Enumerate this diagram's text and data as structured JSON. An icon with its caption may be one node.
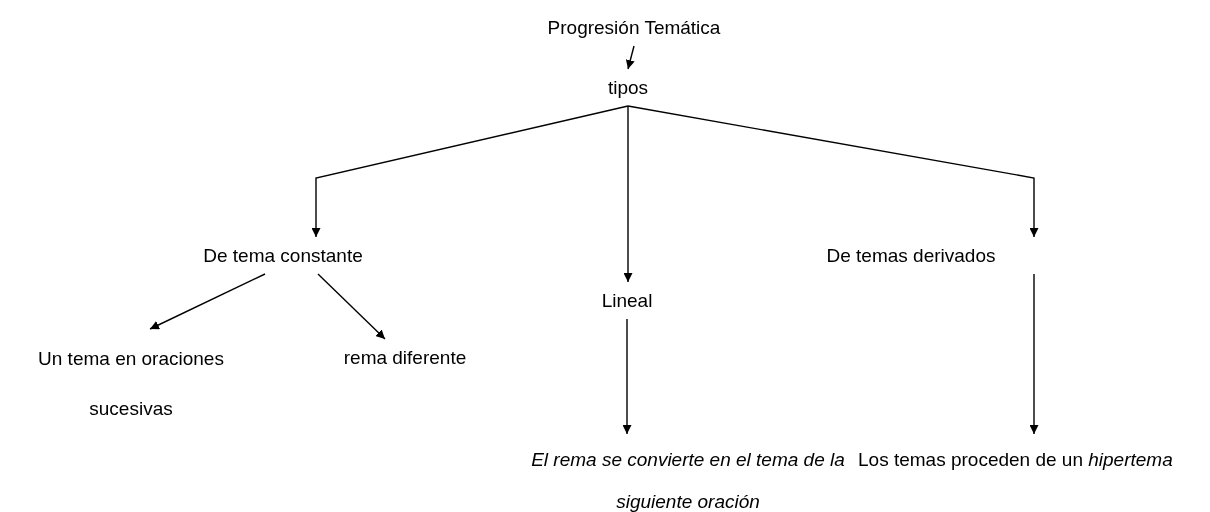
{
  "diagram": {
    "nodes": [
      {
        "text": [
          "Progresión Temática"
        ]
      },
      {
        "text": [
          "tipos"
        ]
      },
      {
        "text": [
          "De tema constante"
        ]
      },
      {
        "text": [
          "Lineal"
        ]
      },
      {
        "text": [
          "De temas derivados"
        ]
      },
      {
        "text": [
          "Un tema en oraciones sucesivas"
        ]
      },
      {
        "text": [
          "rema diferente"
        ]
      },
      {
        "text": [
          "El rema se convierte en el tema de la siguiente oración"
        ]
      },
      {
        "text": [
          "Los temas proceden de un *hipertema*"
        ]
      }
    ],
    "edges": [
      {
        "from": 0,
        "to": 1,
        "arrow": "to"
      },
      {
        "from": 1,
        "to": 2,
        "arrow": "to"
      },
      {
        "from": 1,
        "to": 3,
        "arrow": "to"
      },
      {
        "from": 1,
        "to": 4,
        "arrow": "to"
      },
      {
        "from": 2,
        "to": 5,
        "arrow": "to"
      },
      {
        "from": 2,
        "to": 6,
        "arrow": "to"
      },
      {
        "from": 3,
        "to": 7,
        "arrow": "to"
      },
      {
        "from": 4,
        "to": 8,
        "arrow": "to"
      }
    ]
  }
}
